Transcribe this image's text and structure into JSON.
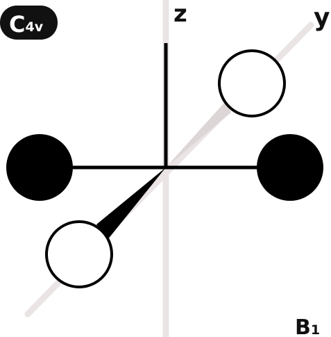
{
  "badge": {
    "symbol": "C",
    "subscript": "4v",
    "bg_color": "#111111",
    "text_color": "#ffffff"
  },
  "axes": {
    "z_label": "z",
    "y_label": "y",
    "guide_color": "#eae4e4"
  },
  "representation": {
    "symbol": "B",
    "subscript": "1"
  },
  "lobes": {
    "positive_fill": "#000000",
    "negative_fill": "#ffffff",
    "outline": "#000000"
  }
}
